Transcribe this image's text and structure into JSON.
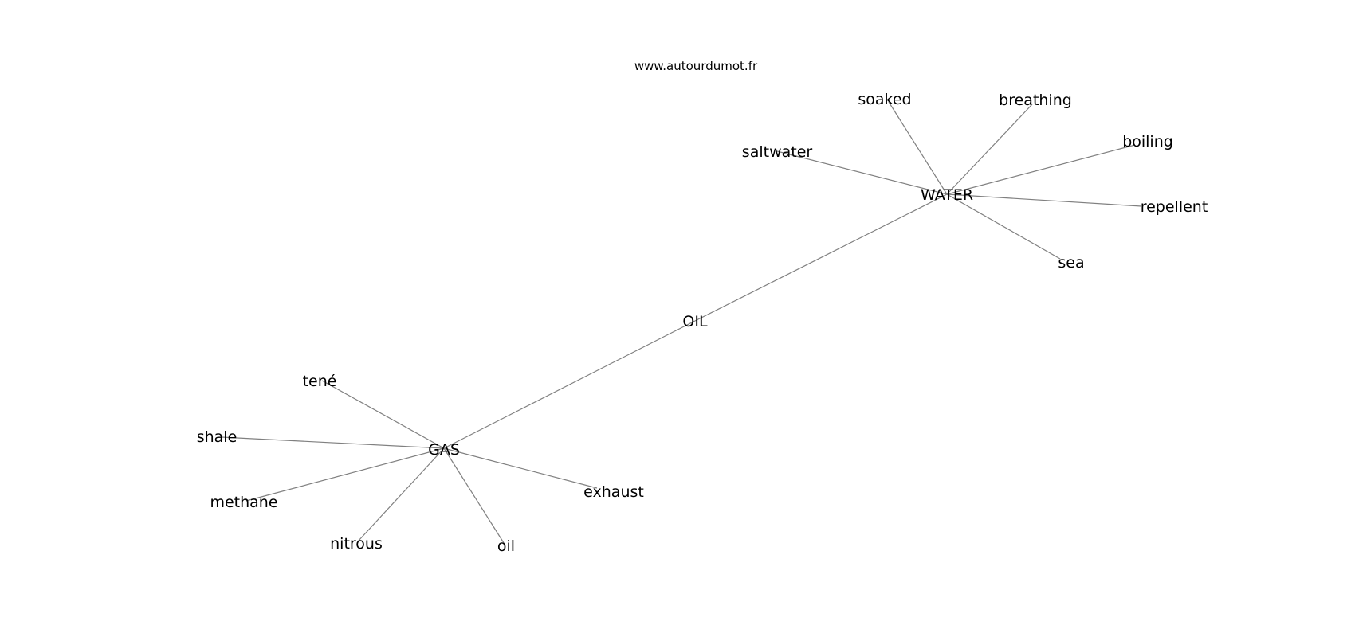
{
  "watermark": "www.autourdumot.fr",
  "colors": {
    "edge": "#808080",
    "text": "#000000",
    "background": "#ffffff"
  },
  "graph": {
    "center": {
      "id": "OIL",
      "label": "OIL"
    },
    "hubs": [
      {
        "id": "WATER",
        "label": "WATER",
        "leaves": [
          "soaked",
          "breathing",
          "boiling",
          "saltwater",
          "repellent",
          "sea"
        ]
      },
      {
        "id": "GAS",
        "label": "GAS",
        "leaves": [
          "tené",
          "shale",
          "methane",
          "nitrous",
          "oil",
          "exhaust"
        ]
      }
    ]
  }
}
